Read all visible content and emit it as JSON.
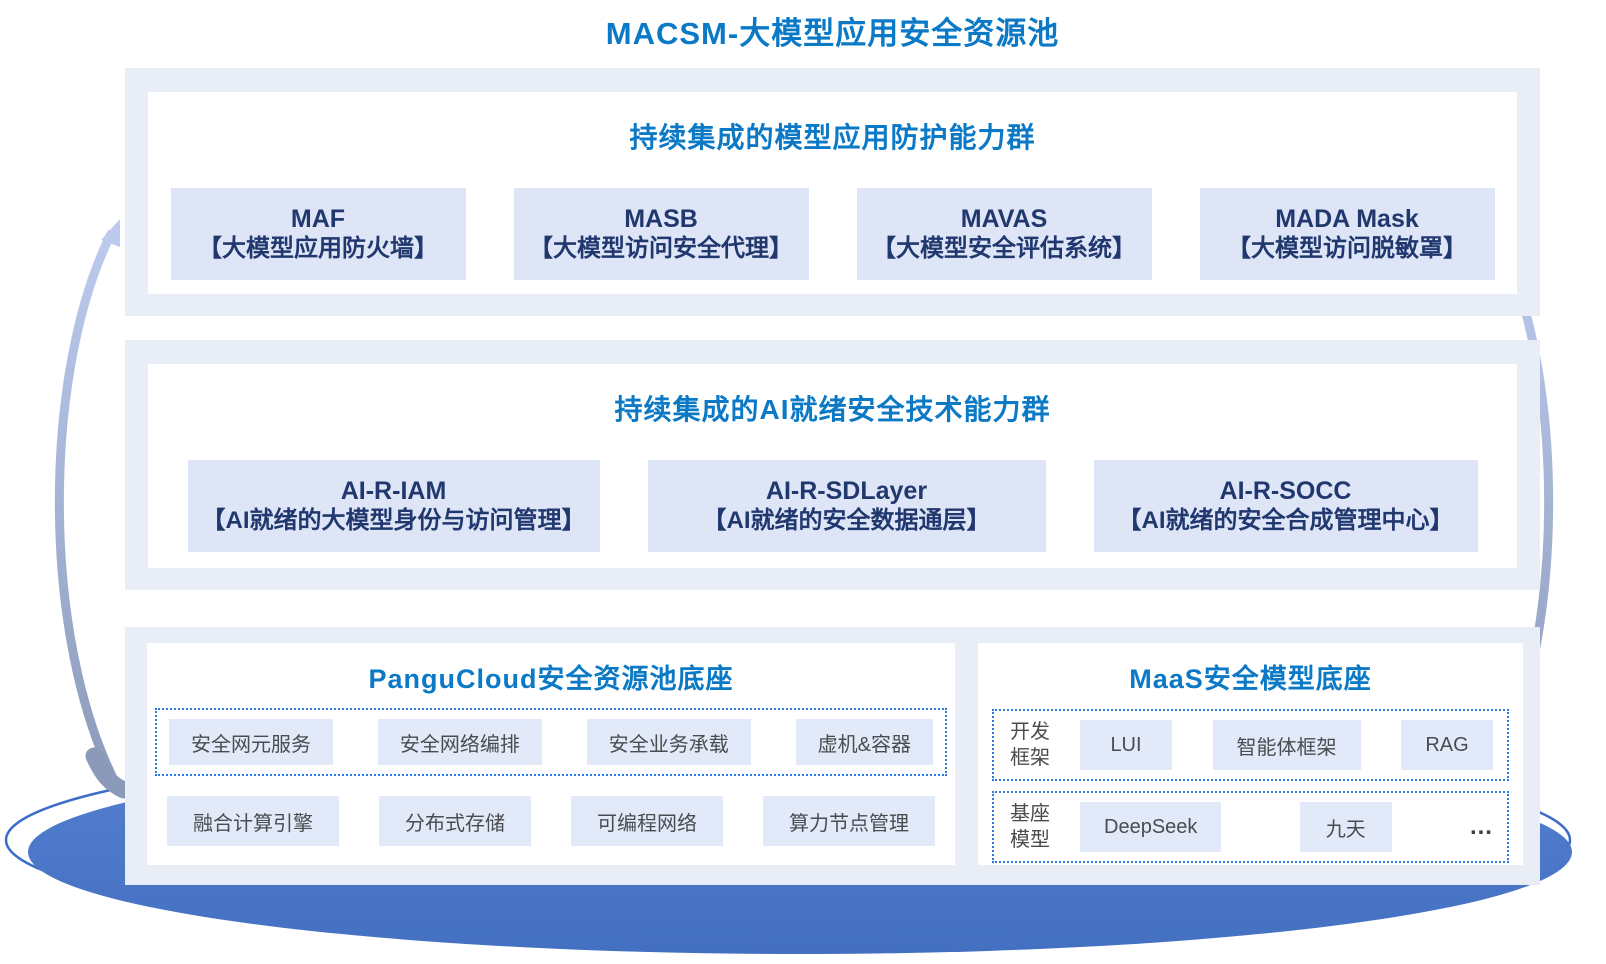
{
  "title": "MACSM-大模型应用安全资源池",
  "colors": {
    "header_blue": "#0b79c5",
    "capability_text_navy": "#21386f",
    "section_bg": "#e9edf6",
    "box_bg": "#dde5f6",
    "chip_bg": "#e2e9f8",
    "chip_text_gray": "#4a4c50",
    "dotted_border_blue": "#2e7cd9",
    "arrow_light": "#bccaee",
    "arrow_dark": "#8c9aba",
    "ellipse_fill": "#4a76ca",
    "ellipse_outline": "#3a6cc8"
  },
  "sections": [
    {
      "header": "持续集成的模型应用防护能力群",
      "boxes": [
        {
          "name": "MAF",
          "desc": "【大模型应用防火墙】"
        },
        {
          "name": "MASB",
          "desc": "【大模型访问安全代理】"
        },
        {
          "name": "MAVAS",
          "desc": "【大模型安全评估系统】"
        },
        {
          "name": "MADA Mask",
          "desc": "【大模型访问脱敏罩】"
        }
      ]
    },
    {
      "header": "持续集成的AI就绪安全技术能力群",
      "boxes": [
        {
          "name": "AI-R-IAM",
          "desc": "【AI就绪的大模型身份与访问管理】"
        },
        {
          "name": "AI-R-SDLayer",
          "desc": "【AI就绪的安全数据通层】"
        },
        {
          "name": "AI-R-SOCC",
          "desc": "【AI就绪的安全合成管理中心】"
        }
      ]
    }
  ],
  "foundation": {
    "pangu": {
      "title": "PanguCloud安全资源池底座",
      "row1": [
        "安全网元服务",
        "安全网络编排",
        "安全业务承载",
        "虚机&容器"
      ],
      "row2": [
        "融合计算引擎",
        "分布式存储",
        "可编程网络",
        "算力节点管理"
      ]
    },
    "maas": {
      "title": "MaaS安全模型底座",
      "rows": [
        {
          "label": "开发框架",
          "items": [
            "LUI",
            "智能体框架",
            "RAG"
          ],
          "more": ""
        },
        {
          "label": "基座模型",
          "items": [
            "DeepSeek",
            "九天"
          ],
          "more": "..."
        }
      ]
    }
  }
}
